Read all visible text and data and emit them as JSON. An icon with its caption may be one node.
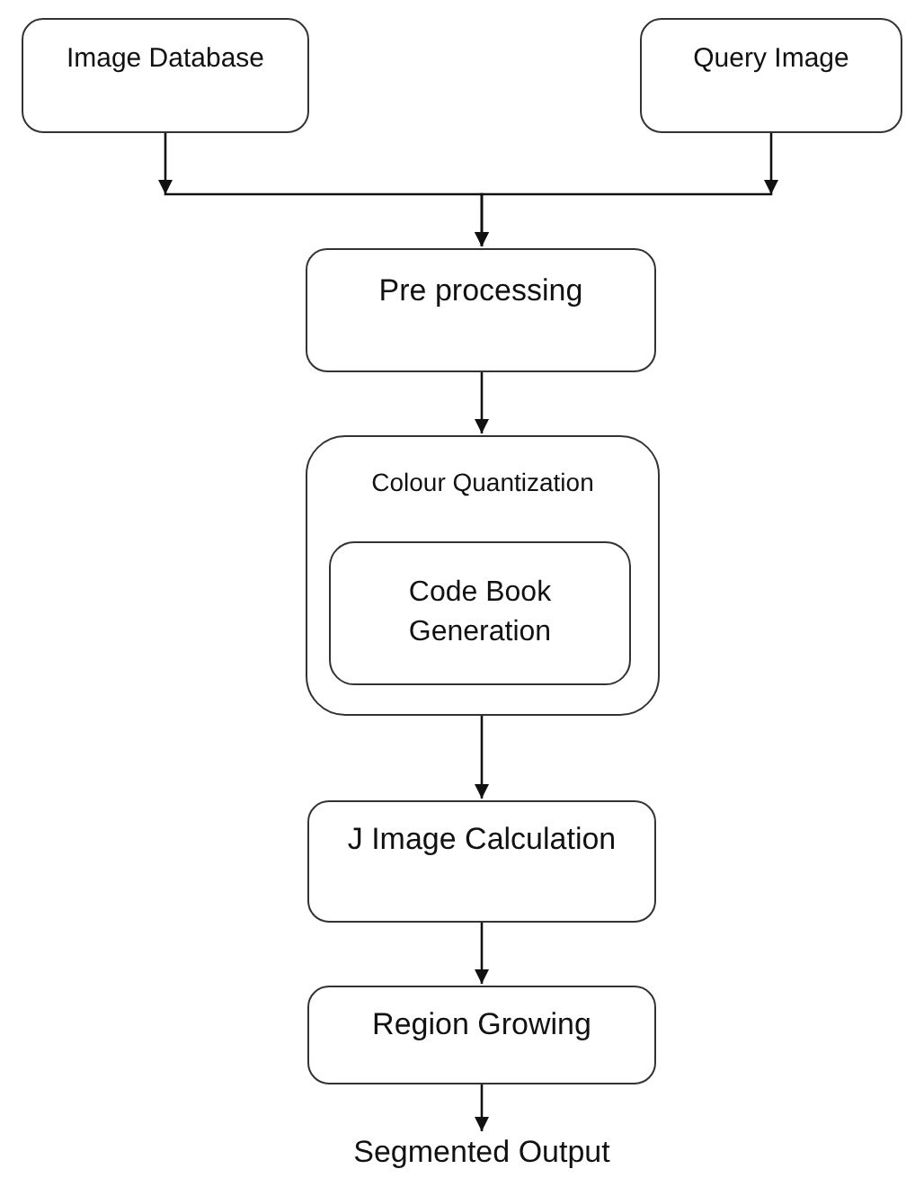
{
  "diagram": {
    "nodes": [
      {
        "text": [
          "Image Database"
        ]
      },
      {
        "text": [
          "Query Image"
        ]
      },
      {
        "text": [
          "Pre processing"
        ]
      },
      {
        "text": [
          "Colour Quantization"
        ]
      },
      {
        "text": [
          "Code Book Generation"
        ],
        "in": 3
      },
      {
        "text": [
          "J Image Calculation"
        ]
      },
      {
        "text": [
          "Region Growing"
        ]
      },
      {
        "text": [
          "Segmented Output"
        ]
      }
    ],
    "edges": [
      {
        "from": 0,
        "to": 2,
        "arrow": "to"
      },
      {
        "from": 1,
        "to": 2,
        "arrow": "to"
      },
      {
        "from": 2,
        "to": 3,
        "arrow": "to"
      },
      {
        "from": 3,
        "to": 5,
        "arrow": "to"
      },
      {
        "from": 5,
        "to": 6,
        "arrow": "to"
      },
      {
        "from": 6,
        "to": 7,
        "arrow": "to"
      }
    ]
  }
}
